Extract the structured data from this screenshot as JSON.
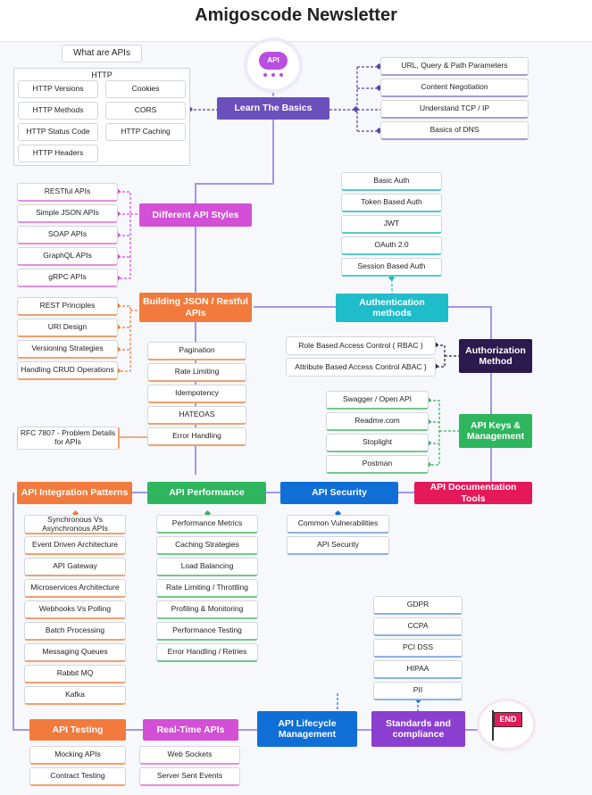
{
  "header": {
    "title": "Amigoscode Newsletter"
  },
  "logo": {
    "text": "API"
  },
  "basics": {
    "title": "Learn The Basics",
    "what_are_apis": "What are APIs",
    "http_label": "HTTP",
    "http_items": [
      "HTTP Versions",
      "Cookies",
      "HTTP Methods",
      "CORS",
      "HTTP Status Code",
      "HTTP Caching",
      "HTTP Headers"
    ],
    "right_items": [
      "URL, Query & Path Parameters",
      "Content Negotiation",
      "Understand TCP / IP",
      "Basics of DNS"
    ]
  },
  "styles": {
    "title": "Different API Styles",
    "items": [
      "RESTful APIs",
      "Simple JSON APIs",
      "SOAP APIs",
      "GraphQL APIs",
      "gRPC APIs"
    ]
  },
  "auth": {
    "title": "Authentication methods",
    "items": [
      "Basic Auth",
      "Token Based Auth",
      "JWT",
      "OAuth 2.0",
      "Session Based Auth"
    ]
  },
  "json": {
    "title": "Building JSON / Restful APIs",
    "left_items": [
      "REST Principles",
      "URI Design",
      "Versioning Strategies",
      "Handling CRUD Operations"
    ],
    "down_items": [
      "Pagination",
      "Rate Limiting",
      "Idempotency",
      "HATEOAS",
      "Error Handling"
    ],
    "rfc": "RFC 7807 - Problem Details for APIs"
  },
  "authorization": {
    "title": "Authorization Method",
    "items": [
      "Role Based Access Control ( RBAC )",
      "Attribute Based Access Control ABAC )"
    ]
  },
  "keys": {
    "title": "API Keys & Management",
    "items": [
      "Swagger / Open API",
      "Readme.com",
      "Stoplight",
      "Postman"
    ]
  },
  "integration": {
    "title": "API Integration Patterns",
    "items": [
      "Synchronous Vs Asynchronous APIs",
      "Event Driven Architecture",
      "API Gateway",
      "Microservices Architecture",
      "Webhooks Vs Polling",
      "Batch Processing",
      "Messaging Queues",
      "Rabbit MQ",
      "Kafka"
    ]
  },
  "performance": {
    "title": "API Performance",
    "items": [
      "Performance Metrics",
      "Caching Strategies",
      "Load Balancing",
      "Rate Limiting / Throttling",
      "Profiling & Monitoring",
      "Performance Testing",
      "Error Handling / Retries"
    ]
  },
  "security": {
    "title": "API Security",
    "items": [
      "Common Vulnerabilities",
      "API Security"
    ]
  },
  "documentation": {
    "title": "API Documentation Tools"
  },
  "compliance": {
    "items": [
      "GDPR",
      "CCPA",
      "PCI DSS",
      "HIPAA",
      "PII"
    ]
  },
  "testing": {
    "title": "API Testing",
    "items": [
      "Mocking APIs",
      "Contract Testing"
    ]
  },
  "realtime": {
    "title": "Real-Time APIs",
    "items": [
      "Web Sockets",
      "Server Sent Events"
    ]
  },
  "lifecycle": {
    "title": "API Lifecycle Management"
  },
  "standards": {
    "title": "Standards and compliance"
  },
  "end": {
    "text": "END"
  },
  "colors": {
    "purple": "#6b4fbb",
    "pink": "#d24fd6",
    "teal": "#1fbcc9",
    "orange": "#f27a3c",
    "navy": "#2b1a4d",
    "green": "#2eb55e",
    "red": "#e5195a",
    "blue": "#0f6fd6",
    "violet": "#8a3fd0",
    "line": "#9f97ec"
  }
}
